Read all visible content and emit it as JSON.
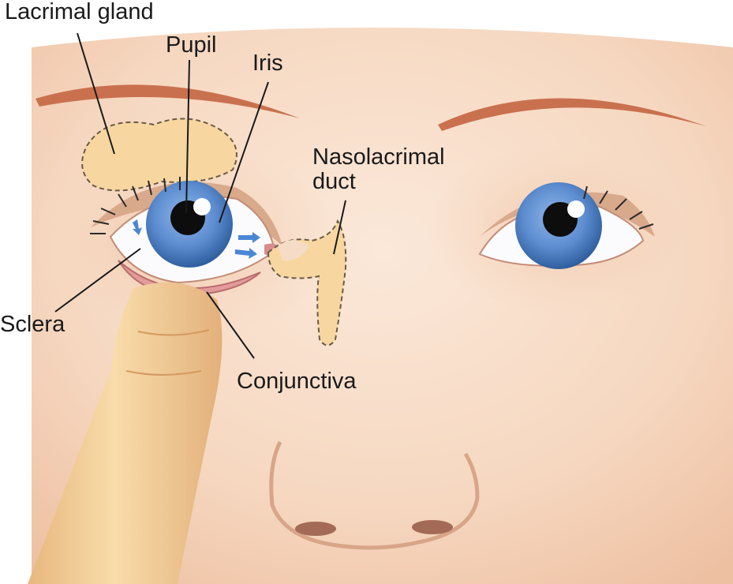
{
  "figure": {
    "labels": {
      "lacrimal_gland": "Lacrimal gland",
      "pupil": "Pupil",
      "iris": "Iris",
      "nasolacrimal_line1": "Nasolacrimal",
      "nasolacrimal_line2": "duct",
      "sclera": "Sclera",
      "conjunctiva": "Conjunctiva"
    },
    "colors": {
      "skin": "#f6dcc6",
      "skin_shadow": "#e9b99a",
      "iris": "#5f8fd0",
      "pupil": "#0d0d0d",
      "gland": "#f7d79f",
      "conjunctiva": "#e39a9a",
      "flow_arrow": "#4a86d6"
    }
  }
}
